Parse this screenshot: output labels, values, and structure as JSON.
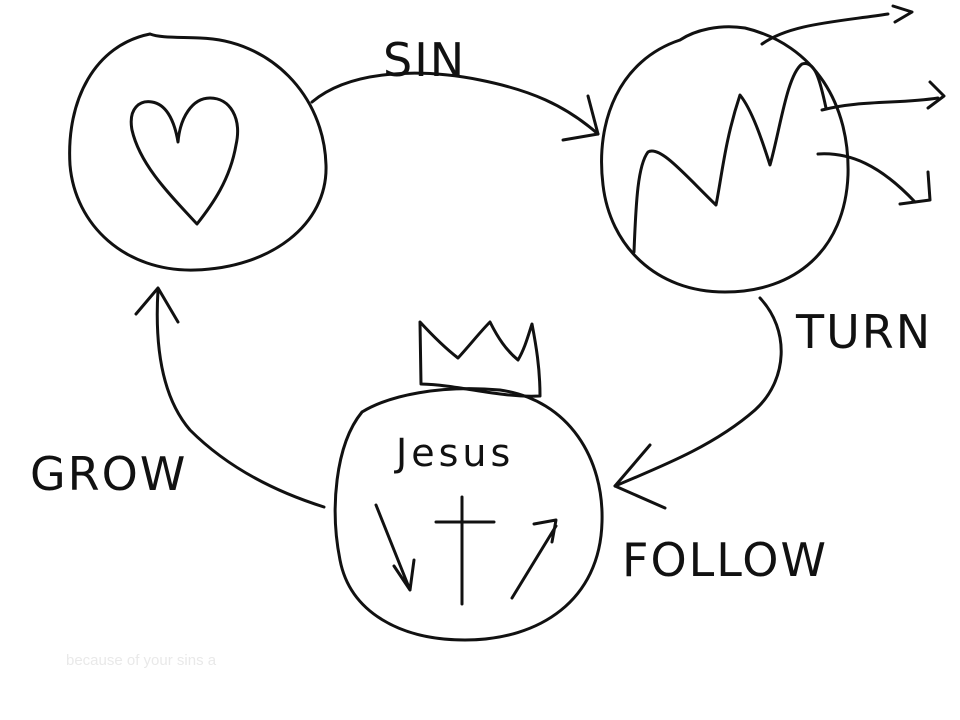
{
  "labels": {
    "sin": "SIN",
    "turn": "TURN",
    "follow": "FOLLOW",
    "grow": "GROW",
    "jesus": "Jesus"
  },
  "caption": "because of your sins a",
  "icons": [
    "heart-icon",
    "zigzag-icon",
    "crown-icon",
    "cross-icon"
  ],
  "colors": {
    "ink": "#111111",
    "background": "#ffffff"
  }
}
